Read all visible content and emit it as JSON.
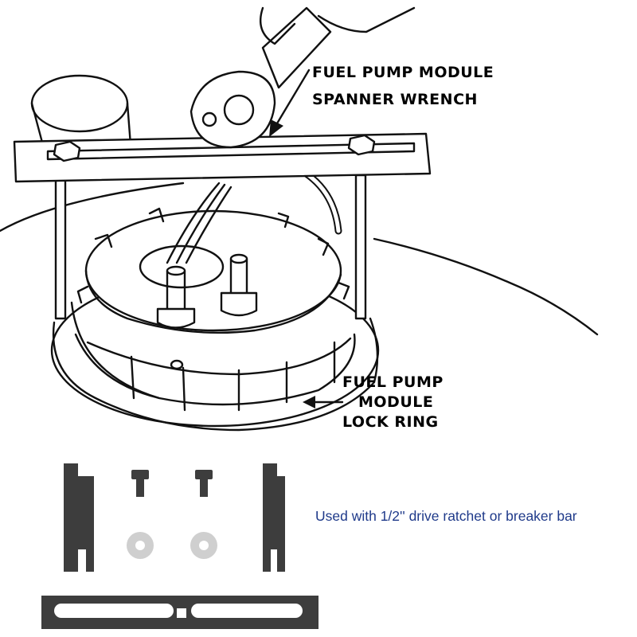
{
  "illustration": {
    "callout_wrench": [
      "FUEL PUMP MODULE",
      "SPANNER WRENCH"
    ],
    "callout_ring": [
      "FUEL PUMP",
      "MODULE",
      "LOCK RING"
    ]
  },
  "kit": {
    "caption": "Used with 1/2'' drive ratchet or breaker bar",
    "part_color": "#3d3d3d",
    "washer_color": "#cfcfcf"
  }
}
